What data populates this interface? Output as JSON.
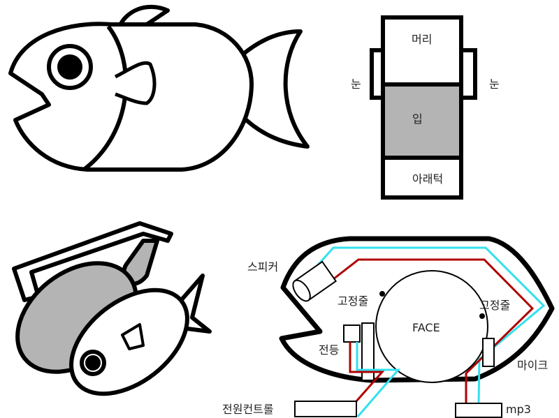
{
  "block_diagram": {
    "head": "머리",
    "mouth": "입",
    "jaw": "아래턱",
    "eye_left": "눈",
    "eye_right": "눈"
  },
  "schematic": {
    "speaker": "스피커",
    "anchor_left": "고정줄",
    "anchor_right": "고정줄",
    "face": "FACE",
    "lamp": "전등",
    "mic": "마이크",
    "power": "전원컨트롤",
    "mp3": "mp3"
  },
  "colors": {
    "wire_red": "#b00000",
    "wire_cyan": "#33e0ee",
    "fill_gray": "#b4b4b4"
  }
}
